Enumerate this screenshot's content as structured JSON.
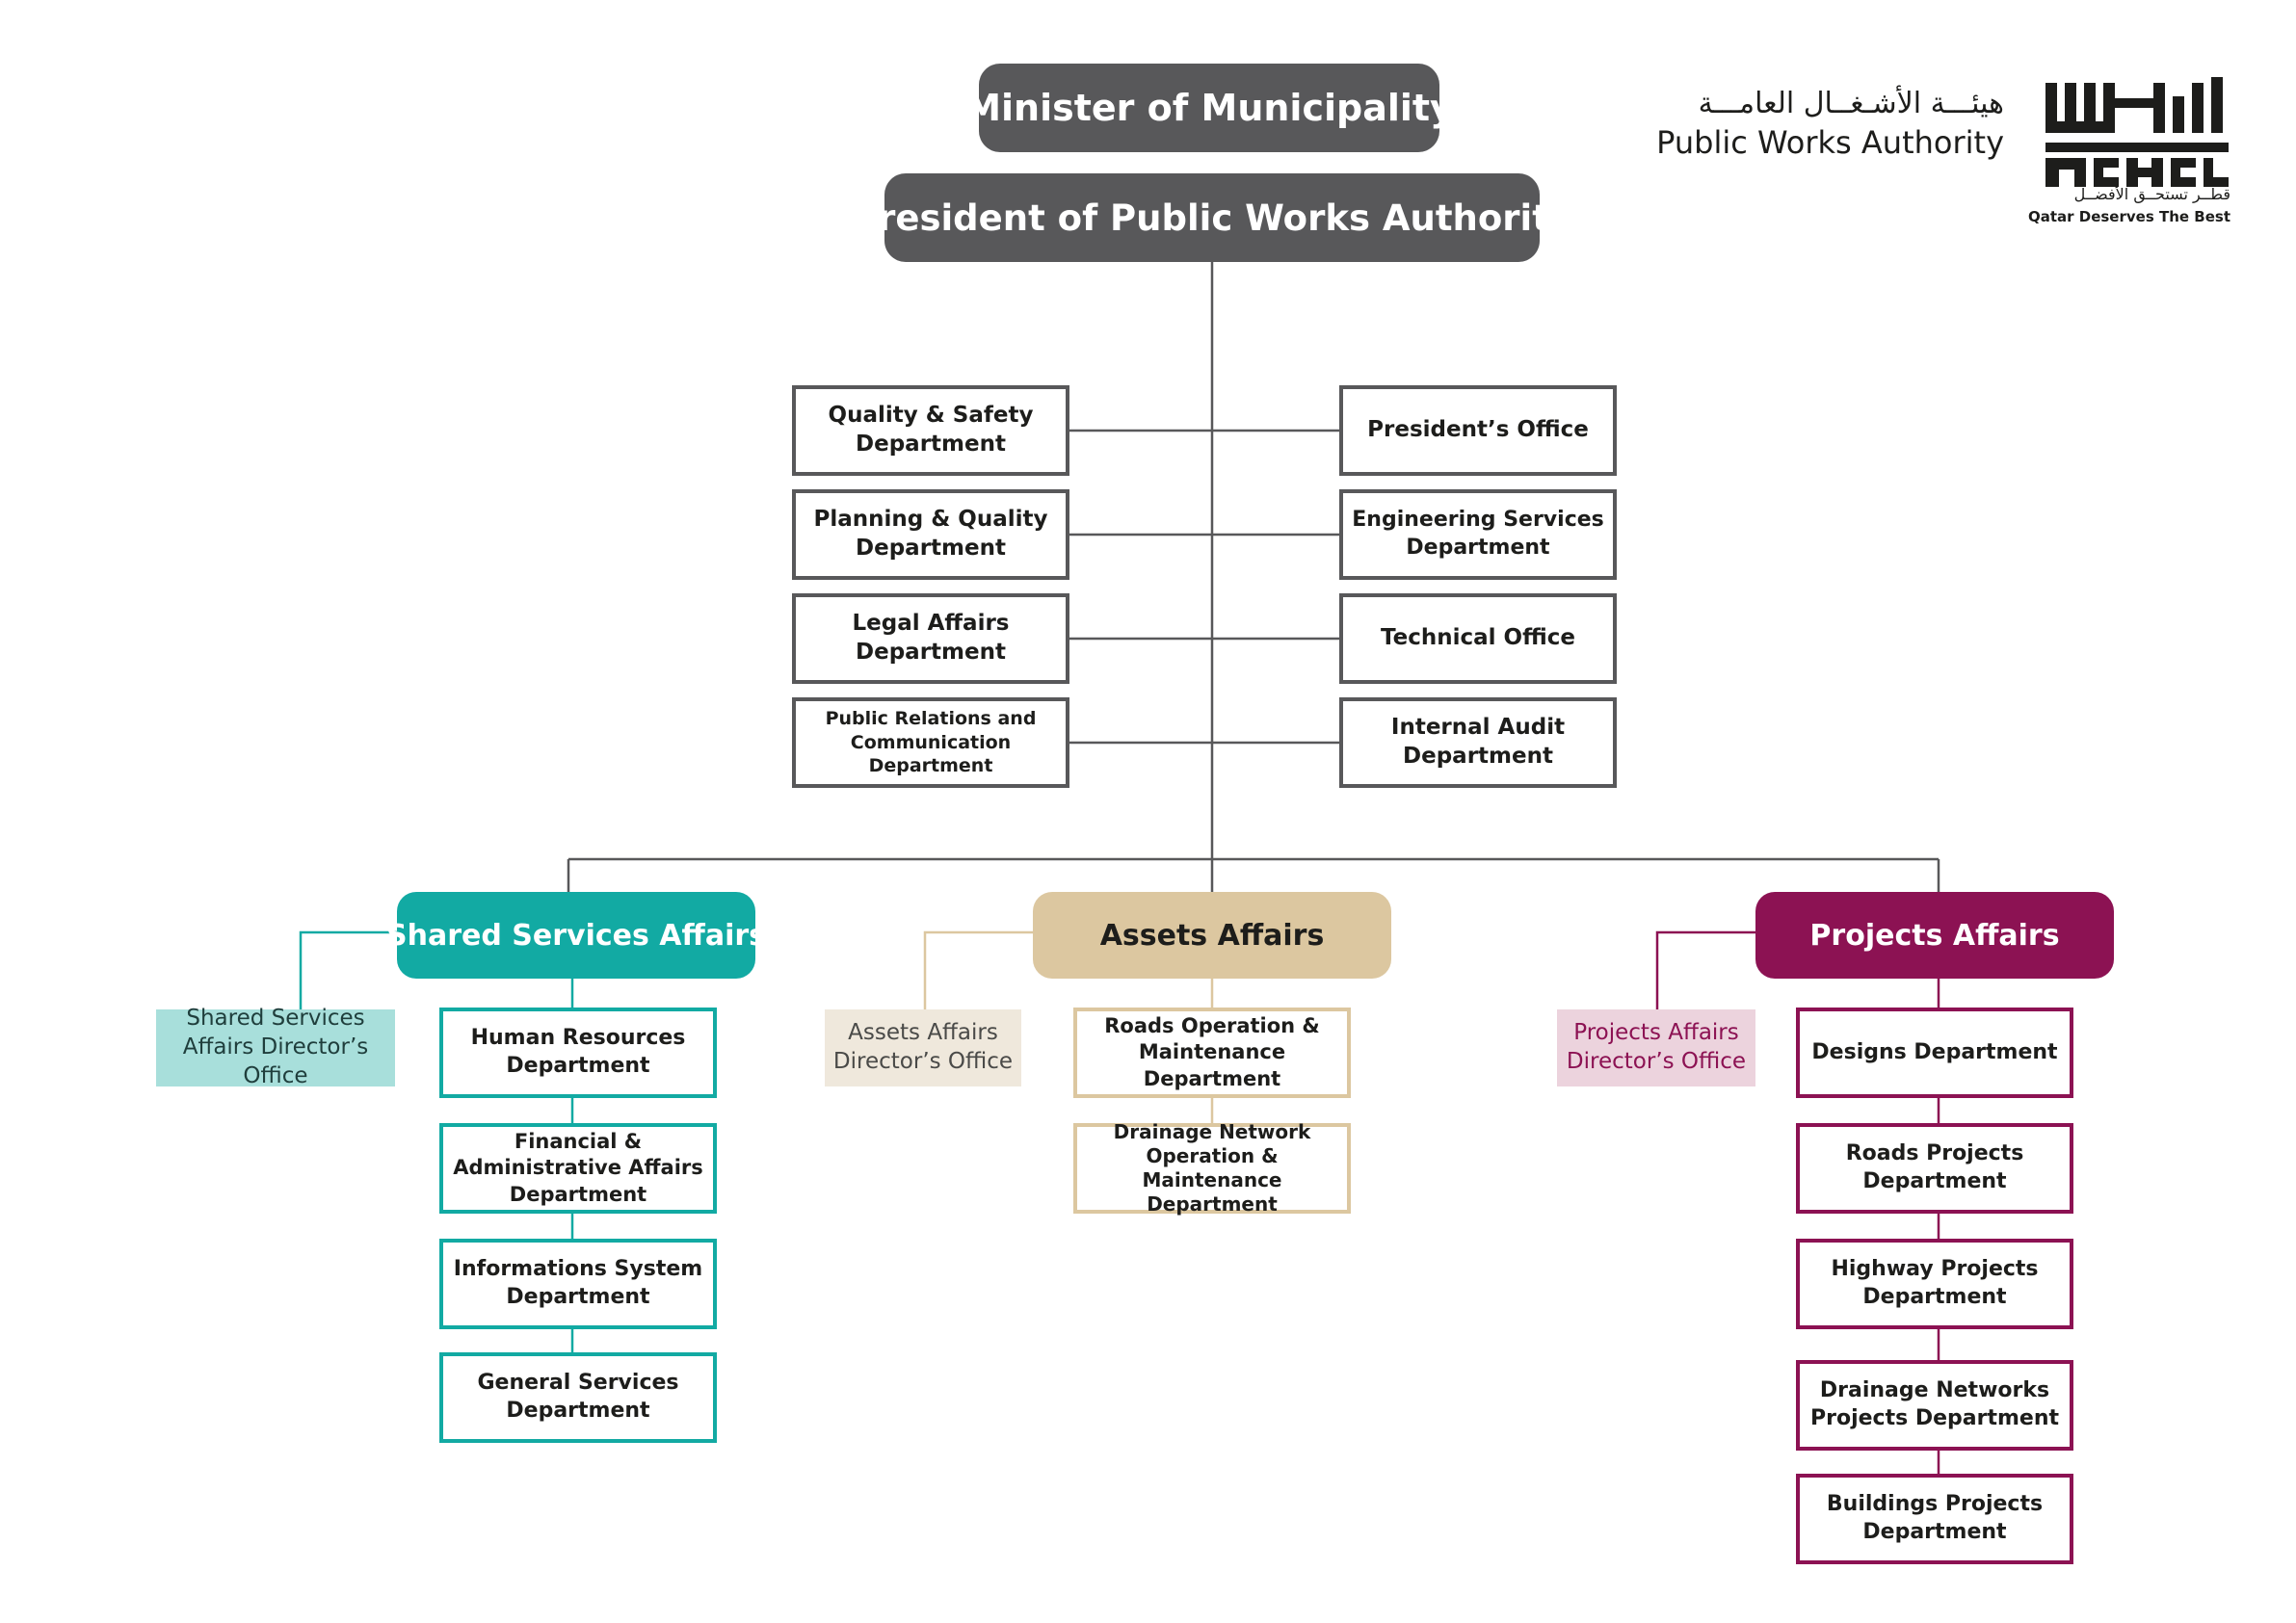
{
  "colors": {
    "dark": "#58585a",
    "line": "#58585a",
    "shared": "#12aaa3",
    "shared_light": "#a8dfdb",
    "assets": "#dcc7a0",
    "assets_light": "#efe8dc",
    "projects": "#8c1253",
    "projects_light": "#ecd3dd"
  },
  "header": {
    "minister": "Minister of Municipality",
    "president": "President of Public Works Authority"
  },
  "logo": {
    "arabic_name": "هيئـــة الأشـغــال العامـــة",
    "english_name": "Public Works Authority",
    "tagline_ar": "قطــر تستحــق الأفضــل",
    "tagline_en": "Qatar Deserves The Best"
  },
  "departments_left": [
    "Quality & Safety Department",
    "Planning & Quality Department",
    "Legal Affairs Department",
    "Public Relations and Communication Department"
  ],
  "departments_right": [
    "President’s Office",
    "Engineering Services Department",
    "Technical Office",
    "Internal Audit Department"
  ],
  "shared": {
    "title": "Shared Services Affairs",
    "director": "Shared Services Affairs Director’s Office",
    "departments": [
      "Human Resources Department",
      "Financial & Administrative Affairs Department",
      "Informations System Department",
      "General Services Department"
    ]
  },
  "assets": {
    "title": "Assets Affairs",
    "director": "Assets Affairs Director’s Office",
    "departments": [
      "Roads Operation & Maintenance Department",
      "Drainage Network Operation & Maintenance Department"
    ]
  },
  "projects": {
    "title": "Projects Affairs",
    "director": "Projects Affairs Director’s Office",
    "departments": [
      "Designs Department",
      "Roads Projects Department",
      "Highway Projects Department",
      "Drainage Networks Projects Department",
      "Buildings Projects Department"
    ]
  }
}
